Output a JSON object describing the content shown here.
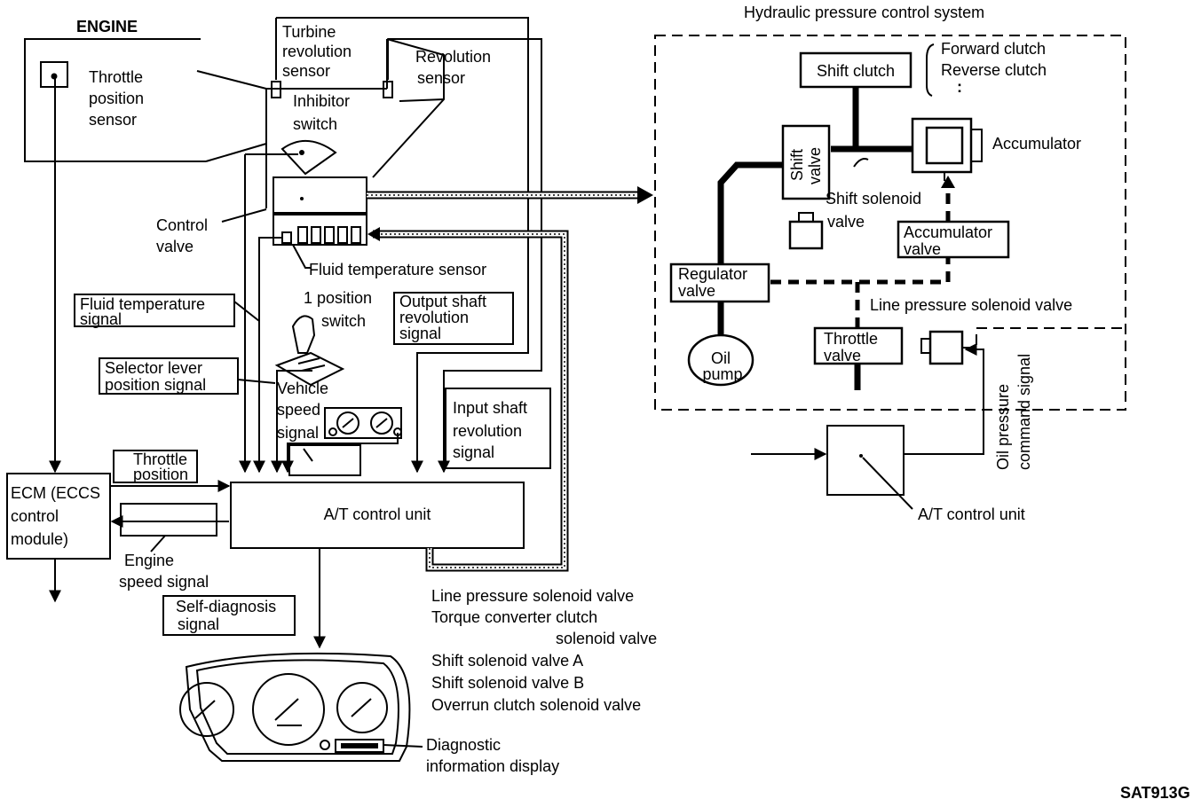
{
  "labels": {
    "engine": "ENGINE",
    "throttle_sensor_1": "Throttle",
    "throttle_sensor_2": "position",
    "throttle_sensor_3": "sensor",
    "turbine_1": "Turbine",
    "turbine_2": "revolution",
    "turbine_3": "sensor",
    "revolution_1": "Revolution",
    "revolution_2": "sensor",
    "inhibitor_1": "Inhibitor",
    "inhibitor_2": "switch",
    "control_valve_1": "Control",
    "control_valve_2": "valve",
    "fluid_temp_sensor": "Fluid temperature sensor",
    "fluid_temp_signal_1": "Fluid temperature",
    "fluid_temp_signal_2": "signal",
    "one_position_1": "1 position",
    "one_position_2": "switch",
    "output_shaft_1": "Output shaft",
    "output_shaft_2": "revolution",
    "output_shaft_3": "signal",
    "selector_1": "Selector lever",
    "selector_2": "position signal",
    "vehicle_speed_1": "Vehicle",
    "vehicle_speed_2": "speed",
    "vehicle_speed_3": "signal",
    "input_shaft_1": "Input shaft",
    "input_shaft_2": "revolution",
    "input_shaft_3": "signal",
    "throttle_pos_1": "Throttle",
    "throttle_pos_2": "position",
    "ecm_1": "ECM (ECCS",
    "ecm_2": "control",
    "ecm_3": "module)",
    "at_control_unit": "A/T control unit",
    "engine_speed_1": "Engine",
    "engine_speed_2": "speed signal",
    "self_diag_1": "Self-diagnosis",
    "self_diag_2": "signal",
    "solenoid_list": [
      "Line pressure solenoid valve",
      "Torque converter clutch",
      "solenoid valve",
      "Shift solenoid valve A",
      "Shift solenoid valve B",
      "Overrun clutch solenoid valve"
    ],
    "diag_display_1": "Diagnostic",
    "diag_display_2": "information display",
    "hydraulic_title": "Hydraulic pressure control system",
    "shift_clutch": "Shift clutch",
    "forward_clutch": "Forward clutch",
    "reverse_clutch": "Reverse clutch",
    "clutch_more": ":",
    "accumulator": "Accumulator",
    "shift_valve_1": "Shift",
    "shift_valve_2": "valve",
    "shift_solenoid_1": "Shift solenoid",
    "shift_solenoid_2": "valve",
    "accumulator_valve_1": "Accumulator",
    "accumulator_valve_2": "valve",
    "regulator_valve_1": "Regulator",
    "regulator_valve_2": "valve",
    "line_pressure_solenoid": "Line pressure solenoid valve",
    "throttle_valve_1": "Throttle",
    "throttle_valve_2": "valve",
    "oil_pump_1": "Oil",
    "oil_pump_2": "pump",
    "oil_pressure_1": "Oil pressure",
    "oil_pressure_2": "command signal",
    "at_control_unit_2": "A/T control unit",
    "figure_code": "SAT913G"
  }
}
